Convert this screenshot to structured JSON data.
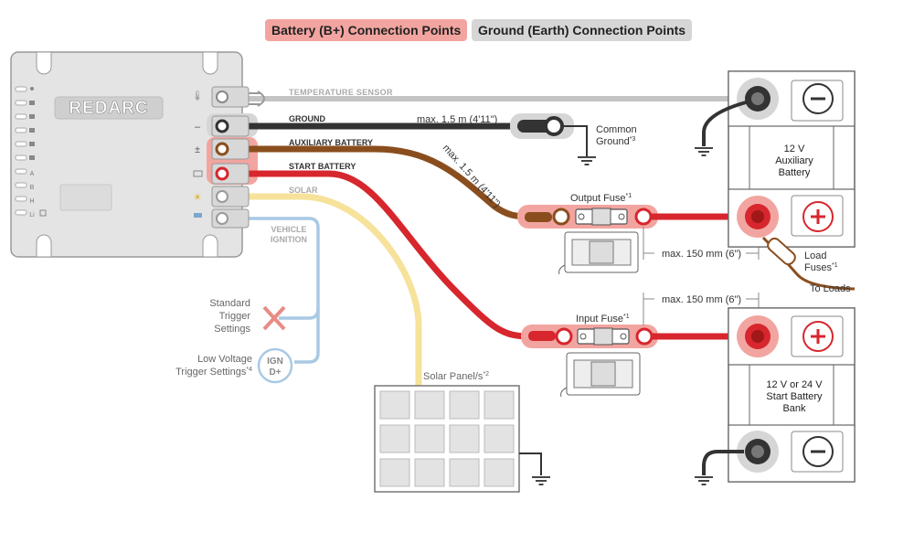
{
  "legend": {
    "battery": "Battery (B+) Connection Points",
    "ground": "Ground (Earth) Connection Points"
  },
  "device": {
    "logo": "REDARC",
    "side_labels": [
      "A",
      "B",
      "H",
      "Li"
    ]
  },
  "wires": {
    "temperature_sensor": "TEMPERATURE SENSOR",
    "ground": "GROUND",
    "auxiliary_battery": "AUXILIARY BATTERY",
    "start_battery": "START BATTERY",
    "solar": "SOLAR",
    "vehicle_ignition_line1": "VEHICLE",
    "vehicle_ignition_line2": "IGNITION"
  },
  "labels": {
    "ground_length": "max. 1.5 m (4'11\")",
    "aux_length": "max. 1.5 m (4'11\")",
    "common_ground_line1": "Common",
    "common_ground_line2": "Ground",
    "common_ground_note": "*3",
    "output_fuse": "Output Fuse",
    "output_fuse_note": "*1",
    "input_fuse": "Input Fuse",
    "input_fuse_note": "*1",
    "max_150_upper": "max. 150 mm (6\")",
    "max_150_lower": "max. 150 mm (6\")",
    "load_fuses_line1": "Load",
    "load_fuses_line2": "Fuses",
    "load_fuses_note": "*1",
    "to_loads": "To Loads",
    "standard_trigger_line1": "Standard",
    "standard_trigger_line2": "Trigger",
    "standard_trigger_line3": "Settings",
    "low_voltage_line1": "Low Voltage",
    "low_voltage_line2": "Trigger Settings",
    "low_voltage_note": "*4",
    "ign_line1": "IGN",
    "ign_line2": "D+",
    "solar_panel": "Solar Panel/s",
    "solar_panel_note": "*2"
  },
  "batteries": {
    "aux_line1": "12 V",
    "aux_line2": "Auxiliary",
    "aux_line3": "Battery",
    "start_line1": "12 V or 24 V",
    "start_line2": "Start Battery",
    "start_line3": "Bank"
  },
  "colors": {
    "battery_highlight": "#f2a5a0",
    "ground_highlight": "#d6d6d6",
    "red_wire": "#d7262d",
    "brown_wire": "#8a4e1e",
    "black_wire": "#333333",
    "gray_wire": "#aaaaaa",
    "yellow_wire": "#f6e29a",
    "blue_wire": "#a9c9e4"
  }
}
